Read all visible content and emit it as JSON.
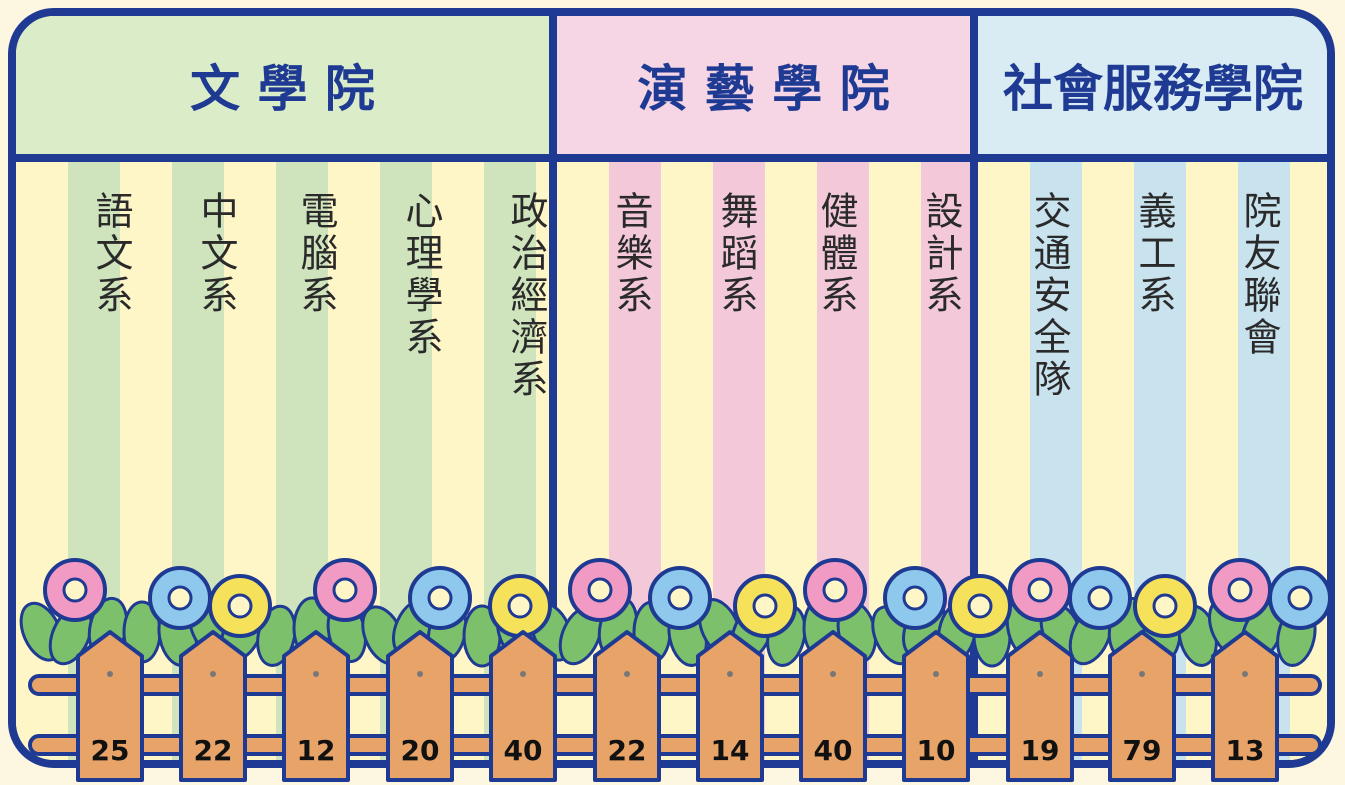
{
  "colors": {
    "border": "#1f3a93",
    "lit_bg": "#dbedc8",
    "arts_bg": "#f6d6e4",
    "social_bg": "#d9ecf4",
    "stripe_light": "#fff6c8",
    "fence": "#e8a468",
    "fence_outline": "#1f3a93",
    "leaf": "#7cc06c"
  },
  "chart_data": {
    "type": "bar",
    "groups": [
      {
        "name": "文 學 院",
        "color": "#dbedc8",
        "stripe": "#cfe4bd",
        "departments": [
          {
            "name": "語文系",
            "value": 25
          },
          {
            "name": "中文系",
            "value": 22
          },
          {
            "name": "電腦系",
            "value": 12
          },
          {
            "name": "心理學系",
            "value": 20
          },
          {
            "name": "政治經濟系",
            "value": 40
          }
        ]
      },
      {
        "name": "演 藝 學 院",
        "color": "#f6d6e4",
        "stripe": "#f3c9da",
        "departments": [
          {
            "name": "音樂系",
            "value": 22
          },
          {
            "name": "舞蹈系",
            "value": 14
          },
          {
            "name": "健體系",
            "value": 40
          },
          {
            "name": "設計系",
            "value": 10
          }
        ]
      },
      {
        "name": "社會服務學院",
        "color": "#d9ecf4",
        "stripe": "#c8e2ee",
        "departments": [
          {
            "name": "交通安全隊",
            "value": 19
          },
          {
            "name": "義工系",
            "value": 79
          },
          {
            "name": "院友聯會",
            "value": 13
          }
        ]
      }
    ]
  }
}
